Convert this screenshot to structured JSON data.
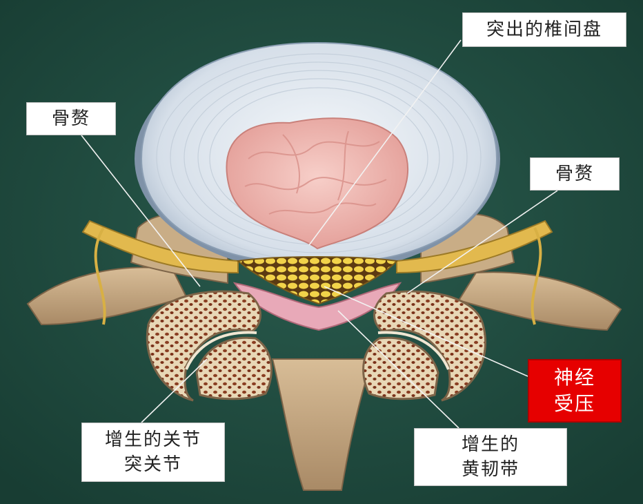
{
  "colors": {
    "background": "#1f4a3e",
    "disc_outer": "#dfe6ee",
    "nucleus": "#f0b9b3",
    "nerve": "#e2b94e",
    "bone": "#c8a77f",
    "nerve_label_bg": "#e60000"
  },
  "labels": {
    "disc_herniation": "突出的椎间盘",
    "bone_spur_left": "骨赘",
    "bone_spur_right": "骨赘",
    "nerve_compression": [
      "神经",
      "受压"
    ],
    "facet_hypertrophy": [
      "增生的关节",
      "突关节"
    ],
    "ligament_hypertrophy": [
      "增生的",
      "黄韧带"
    ]
  }
}
